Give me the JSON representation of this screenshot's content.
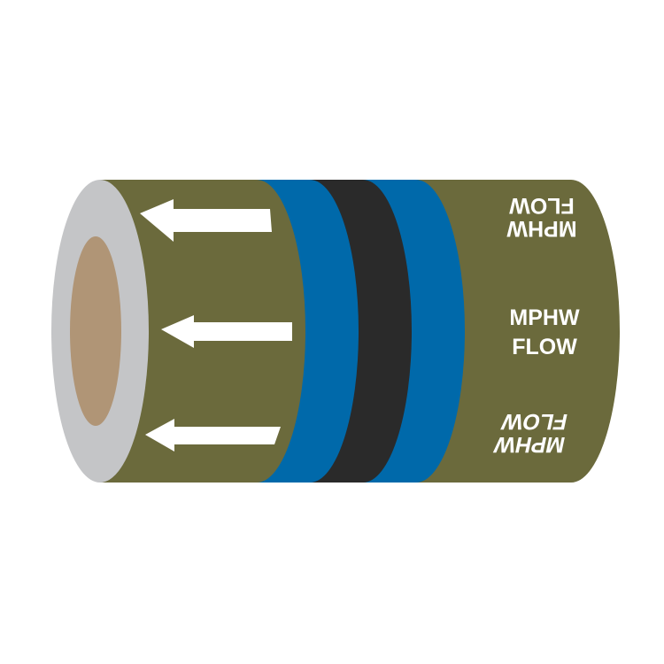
{
  "label": {
    "line1": "MPHW",
    "line2": "FLOW"
  },
  "colors": {
    "body": "#6b6a3c",
    "band_outer": "#0069aa",
    "band_center": "#2a2a2a",
    "end_ring": "#c4c5c7",
    "core": "#b09576",
    "text": "#ffffff"
  },
  "arrow_direction": "left",
  "arrow_count": 3
}
